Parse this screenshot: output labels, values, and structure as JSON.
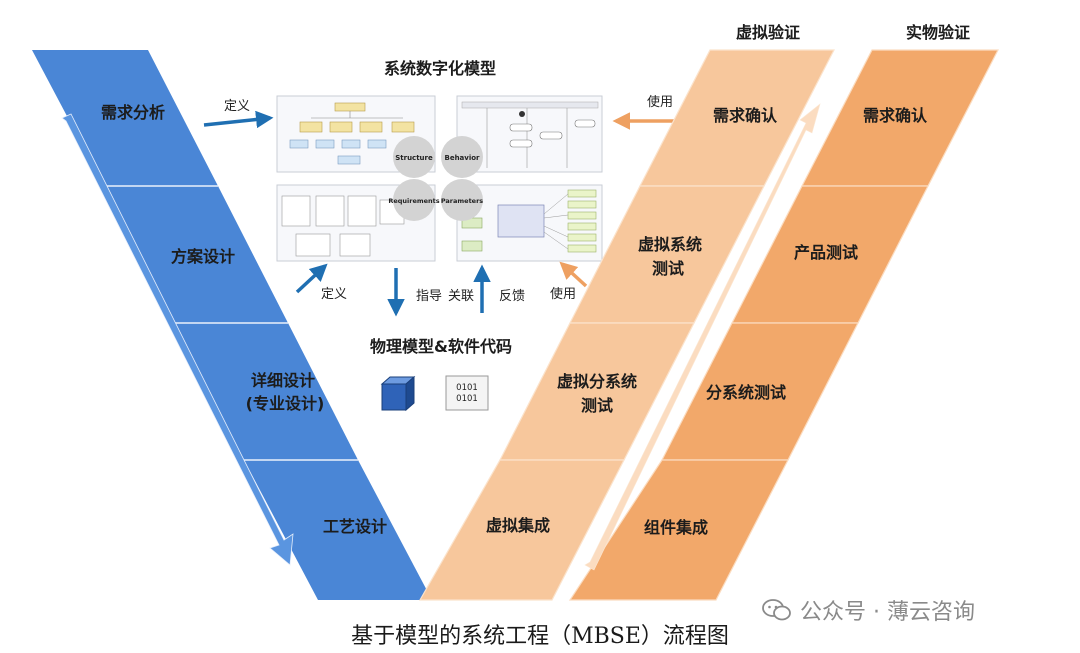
{
  "left_column": {
    "stages": [
      "需求分析",
      "方案设计",
      "详细设计",
      "(专业设计)",
      "工艺设计"
    ]
  },
  "center": {
    "model_title": "系统数字化模型",
    "pillars": [
      "Structure",
      "Behavior",
      "Requirements",
      "Parameters"
    ],
    "physical_title": "物理模型&软件代码",
    "binary_lines": [
      "0101",
      "0101"
    ],
    "arrows": {
      "define_top": "定义",
      "define_bottom": "定义",
      "guide": "指导",
      "relate": "关联",
      "feedback": "反馈",
      "use_top": "使用",
      "use_bottom": "使用"
    }
  },
  "virtual_column": {
    "header": "虚拟验证",
    "stages": [
      "需求确认",
      "虚拟系统",
      "测试",
      "虚拟分系统",
      "测试",
      "虚拟集成"
    ]
  },
  "physical_column": {
    "header": "实物验证",
    "stages": [
      "需求确认",
      "产品测试",
      "分系统测试",
      "组件集成"
    ]
  },
  "caption": "基于模型的系统工程（MBSE）流程图",
  "watermark": "公众号 · 薄云咨询",
  "colors": {
    "blue": "#4a86d6",
    "blue_dark": "#3a74c4",
    "orange_light": "#f7c79c",
    "orange_mid": "#f2a86a",
    "arrow_blue": "#1f6fb2",
    "arrow_orange": "#eea061"
  }
}
